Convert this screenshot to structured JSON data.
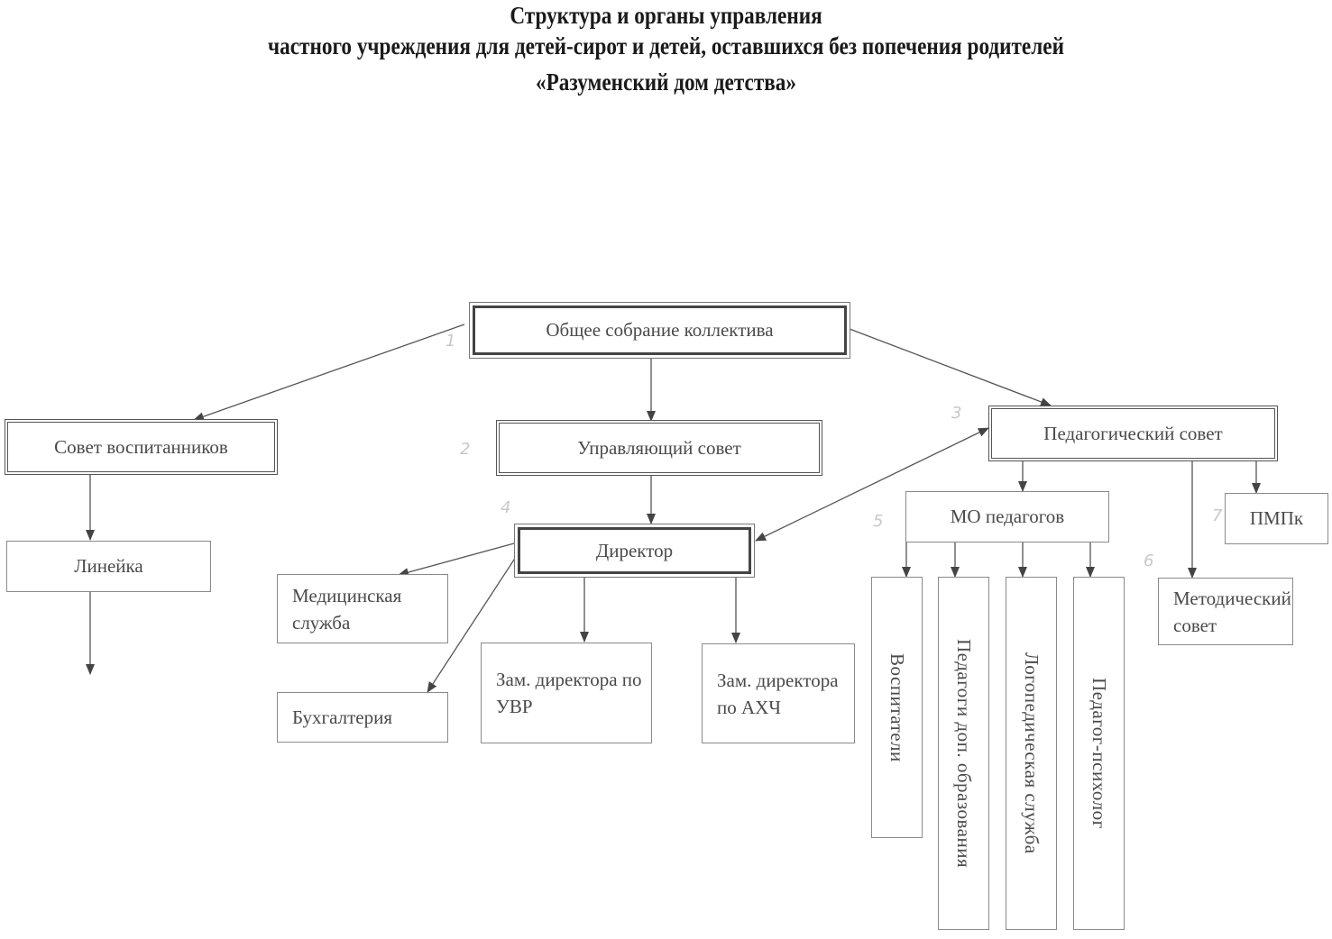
{
  "title": {
    "line1": "Структура и органы управления",
    "line2": "частного учреждения для детей-сирот и детей, оставшихся без попечения родителей",
    "line3": "«Разуменский дом детства»"
  },
  "nodes": {
    "general_meeting": "Общее собрание коллектива",
    "pupils_council": "Совет воспитанников",
    "lineika": "Линейка",
    "managing_council": "Управляющий совет",
    "director": "Директор",
    "medical_service": "Медицинская служба",
    "accounting": "Бухгалтерия",
    "deputy_uvr": "Зам. директора по УВР",
    "deputy_ahch": "Зам. директора по АХЧ",
    "pedagogical_council": "Педагогический совет",
    "mo_teachers": "МО педагогов",
    "pmpk": "ПМПк",
    "methodical_council": "Методический совет",
    "educators": "Воспитатели",
    "additional_ed_teachers": "Педагоги доп. образования",
    "speech_therapy_service": "Логопедическая служба",
    "psychologist": "Педагог-психолог"
  },
  "handwritten_numbers": [
    "1",
    "2",
    "3",
    "4",
    "5",
    "6",
    "7"
  ],
  "edges": [
    {
      "from": "general_meeting",
      "to": "pupils_council"
    },
    {
      "from": "general_meeting",
      "to": "managing_council"
    },
    {
      "from": "general_meeting",
      "to": "pedagogical_council"
    },
    {
      "from": "pupils_council",
      "to": "lineika"
    },
    {
      "from": "lineika",
      "to": "(unlabeled)"
    },
    {
      "from": "managing_council",
      "to": "director"
    },
    {
      "from": "director",
      "to": "pedagogical_council",
      "bidirectional": true
    },
    {
      "from": "director",
      "to": "medical_service"
    },
    {
      "from": "director",
      "to": "accounting"
    },
    {
      "from": "director",
      "to": "deputy_uvr"
    },
    {
      "from": "director",
      "to": "deputy_ahch"
    },
    {
      "from": "pedagogical_council",
      "to": "mo_teachers"
    },
    {
      "from": "pedagogical_council",
      "to": "methodical_council"
    },
    {
      "from": "pedagogical_council",
      "to": "pmpk"
    },
    {
      "from": "mo_teachers",
      "to": "educators"
    },
    {
      "from": "mo_teachers",
      "to": "additional_ed_teachers"
    },
    {
      "from": "mo_teachers",
      "to": "speech_therapy_service"
    },
    {
      "from": "mo_teachers",
      "to": "psychologist"
    }
  ]
}
